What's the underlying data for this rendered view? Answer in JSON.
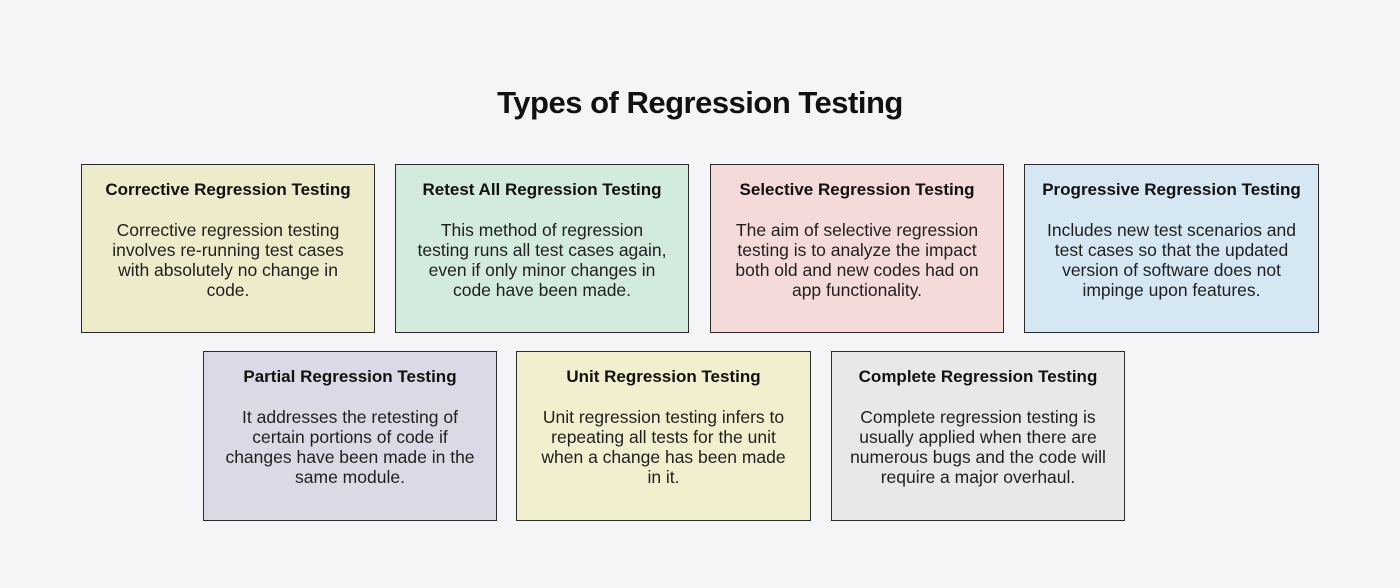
{
  "page": {
    "title": "Types of Regression Testing"
  },
  "colors": {
    "page_background": "#f5f5f8",
    "card_border": "#2a2a2a",
    "title_text": "#111111",
    "body_text": "#1f1f1f"
  },
  "cards": [
    {
      "title": "Corrective Regression Testing",
      "body": "Corrective regression testing involves re-running test cases with absolutely no change in code.",
      "bg": "#edebc9"
    },
    {
      "title": "Retest All Regression Testing",
      "body": "This method of regression testing runs all test cases again, even if only minor changes in code have been made.",
      "bg": "#d2ebdd"
    },
    {
      "title": "Selective Regression Testing",
      "body": "The aim of selective regression testing is to analyze the impact both old and new codes had on app functionality.",
      "bg": "#f4dad8"
    },
    {
      "title": "Progressive Regression Testing",
      "body": "Includes new test scenarios and test cases so that the updated version of software does not impinge upon features.",
      "bg": "#d5e7f2"
    },
    {
      "title": "Partial Regression Testing",
      "body": "It addresses the retesting of certain portions of code if changes have been made in the same module.",
      "bg": "#dbd9e6"
    },
    {
      "title": "Unit Regression Testing",
      "body": "Unit regression testing infers to repeating all tests for the unit when a change has been made in it.",
      "bg": "#f2efce"
    },
    {
      "title": "Complete Regression Testing",
      "body": "Complete regression testing is usually applied when there are numerous bugs and the code will require a major overhaul.",
      "bg": "#e6e9e8"
    }
  ]
}
